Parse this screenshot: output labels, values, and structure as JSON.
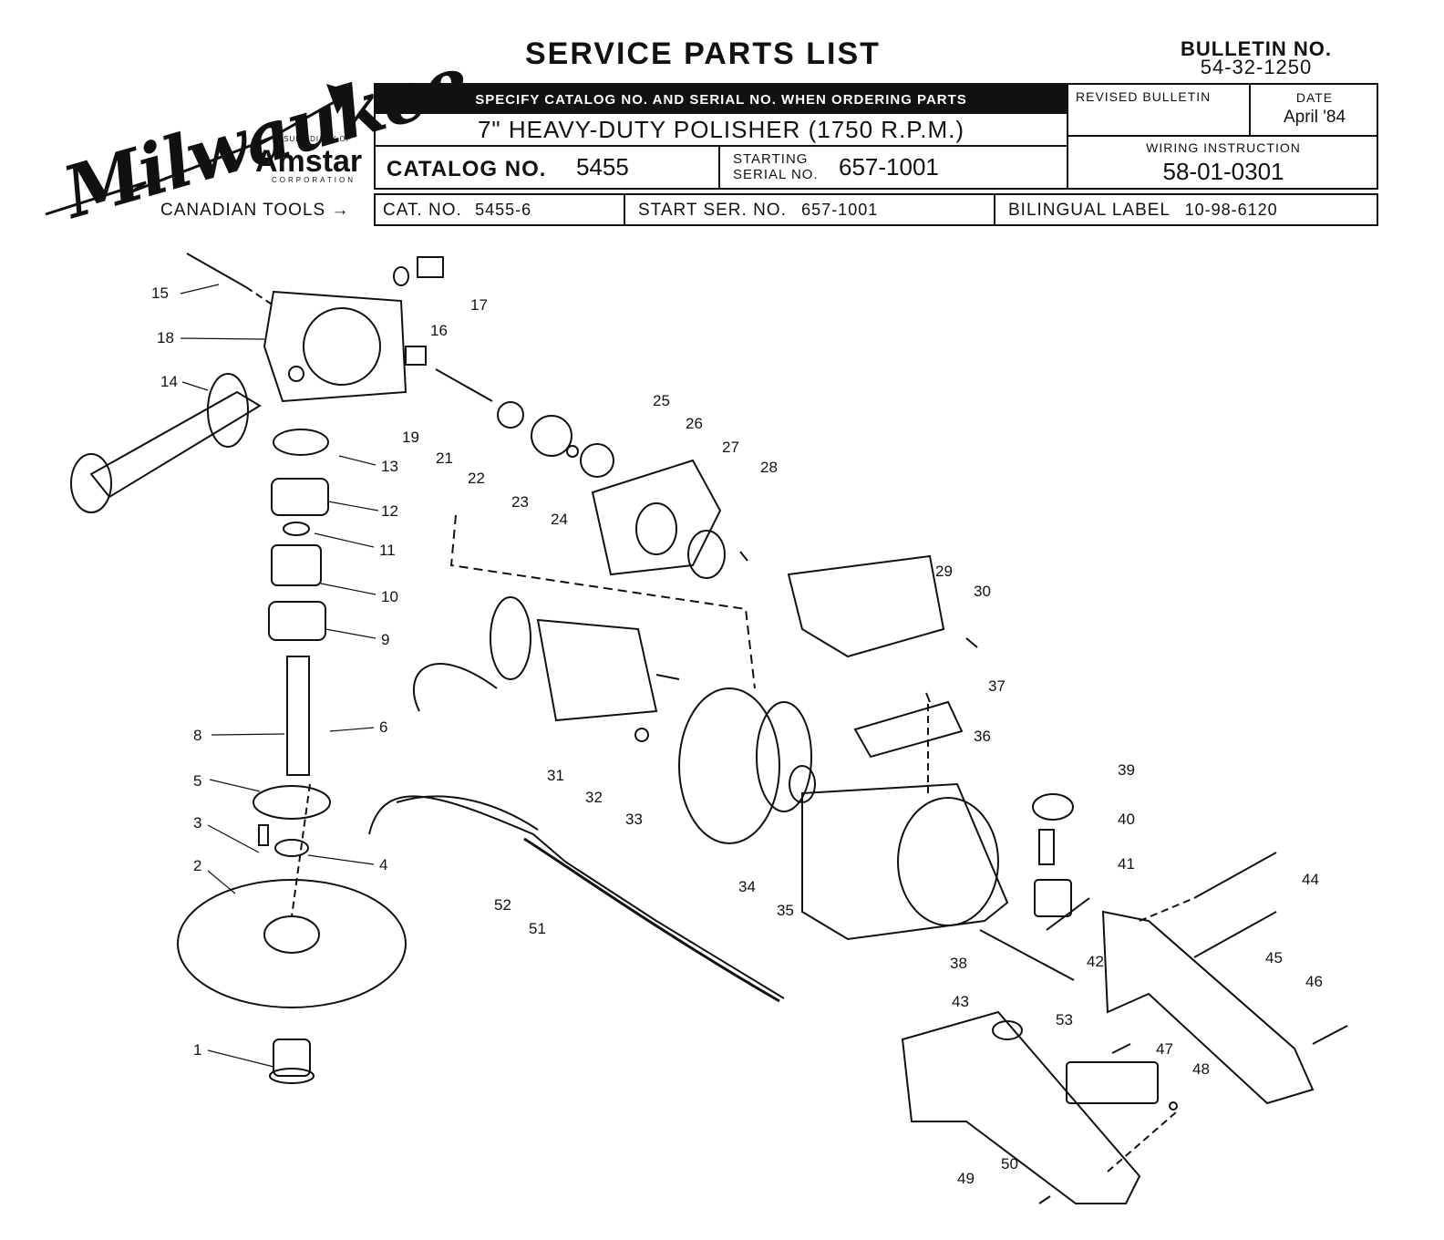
{
  "brand": {
    "logo_text": "Milwaukee",
    "subsidiary_prefix": "A SUBSIDIARY OF",
    "subsidiary_name": "Amstar",
    "subsidiary_suffix": "CORPORATION"
  },
  "header": {
    "title": "SERVICE PARTS LIST",
    "bulletin_label": "BULLETIN NO.",
    "bulletin_number": "54-32-1250",
    "order_note": "SPECIFY CATALOG NO. AND SERIAL NO. WHEN ORDERING PARTS",
    "product_name": "7\" HEAVY-DUTY POLISHER (1750 R.P.M.)",
    "catalog_label": "CATALOG NO.",
    "catalog_no": "5455",
    "starting_label_1": "STARTING",
    "starting_label_2": "SERIAL NO.",
    "starting_serial": "657-1001",
    "revised_bulletin_label": "REVISED BULLETIN",
    "date_label": "DATE",
    "date_value": "April '84",
    "wiring_label": "WIRING INSTRUCTION",
    "wiring_number": "58-01-0301"
  },
  "canadian": {
    "label": "CANADIAN TOOLS",
    "cat_label": "CAT. NO.",
    "cat_no": "5455-6",
    "start_label": "START SER. NO.",
    "start_no": "657-1001",
    "bilingual_label": "BILINGUAL LABEL",
    "bilingual_no": "10-98-6120"
  },
  "callouts": [
    "1",
    "2",
    "3",
    "4",
    "5",
    "6",
    "8",
    "9",
    "10",
    "11",
    "12",
    "13",
    "14",
    "15",
    "16",
    "17",
    "18",
    "19",
    "21",
    "22",
    "23",
    "24",
    "25",
    "26",
    "27",
    "28",
    "29",
    "30",
    "31",
    "32",
    "33",
    "34",
    "35",
    "36",
    "37",
    "38",
    "39",
    "40",
    "41",
    "42",
    "43",
    "44",
    "45",
    "46",
    "47",
    "48",
    "49",
    "50",
    "51",
    "52",
    "53"
  ],
  "colors": {
    "ink": "#111111",
    "paper": "#ffffff"
  }
}
